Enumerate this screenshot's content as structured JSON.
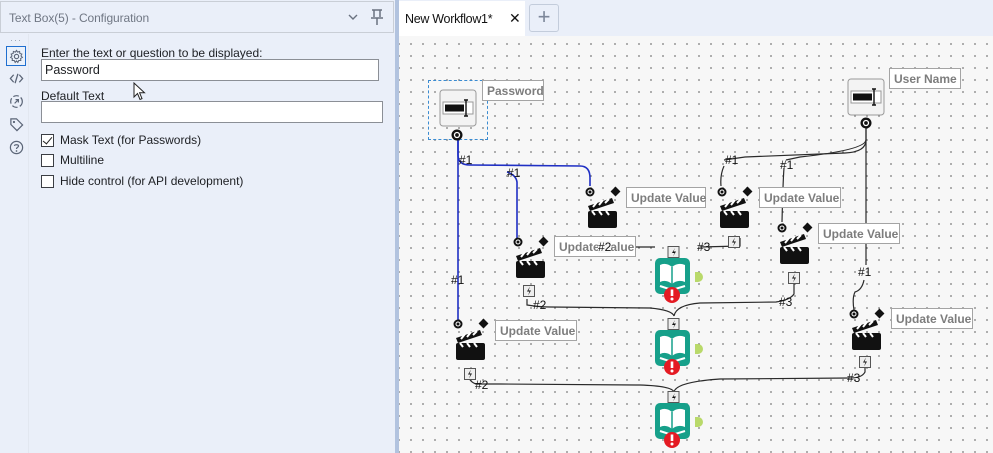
{
  "config_panel": {
    "title": "Text Box(5) - Configuration",
    "header_icons": [
      "chevron-down-icon",
      "pin-icon"
    ],
    "side_icons": [
      "gear-icon",
      "code-icon",
      "output-icon",
      "tag-icon",
      "help-icon"
    ],
    "active_side_icon": "gear-icon",
    "prompt_label": "Enter the text or question to be displayed:",
    "prompt_value": "Password",
    "default_label": "Default Text",
    "default_value": "",
    "checkboxes": [
      {
        "label": "Mask Text (for Passwords)",
        "checked": true
      },
      {
        "label": "Multiline",
        "checked": false
      },
      {
        "label": "Hide control (for API development)",
        "checked": false
      }
    ]
  },
  "tabs": {
    "items": [
      {
        "label": "New Workflow1*",
        "active": true
      }
    ],
    "close_glyph": "✕",
    "add_glyph": "+"
  },
  "canvas": {
    "text_boxes": [
      {
        "annotation": "Password",
        "selected": true
      },
      {
        "annotation": "User Name",
        "selected": false
      }
    ],
    "action_tools": [
      {
        "annotation": "Update Value"
      },
      {
        "annotation": "Update Value"
      },
      {
        "annotation": "Update Value"
      },
      {
        "annotation": "Update Value"
      },
      {
        "annotation": "Update Value"
      },
      {
        "annotation": "Update Value"
      }
    ],
    "connection_labels": [
      "#1",
      "#1",
      "#1",
      "#1",
      "#1",
      "#1",
      "#2",
      "#2",
      "#2",
      "#3",
      "#3",
      "#3"
    ],
    "colors": {
      "selected_wire": "#1f2fc4",
      "wire": "#2a2a2a",
      "doc_tool": "#16a08a",
      "error": "#e41b23",
      "output_anchor": "#b9d96a"
    }
  }
}
